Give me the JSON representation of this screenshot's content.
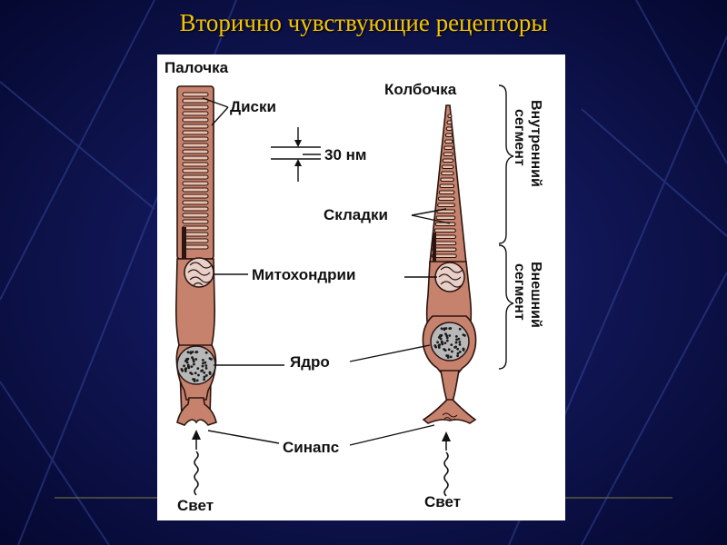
{
  "slide": {
    "title": "Вторично чувствующие рецепторы"
  },
  "diagram": {
    "rod_title": "Палочка",
    "cone_title": "Колбочка",
    "labels": {
      "discs": "Диски",
      "spacing": "30 нм",
      "folds": "Складки",
      "mitochondria": "Митохондрии",
      "nucleus": "Ядро",
      "synapse": "Синапс",
      "light_left": "Свет",
      "light_right": "Свет"
    },
    "segments": {
      "inner": [
        "Внутренний",
        "сегмент"
      ],
      "outer": [
        "Внешний",
        "сегмент"
      ]
    }
  }
}
